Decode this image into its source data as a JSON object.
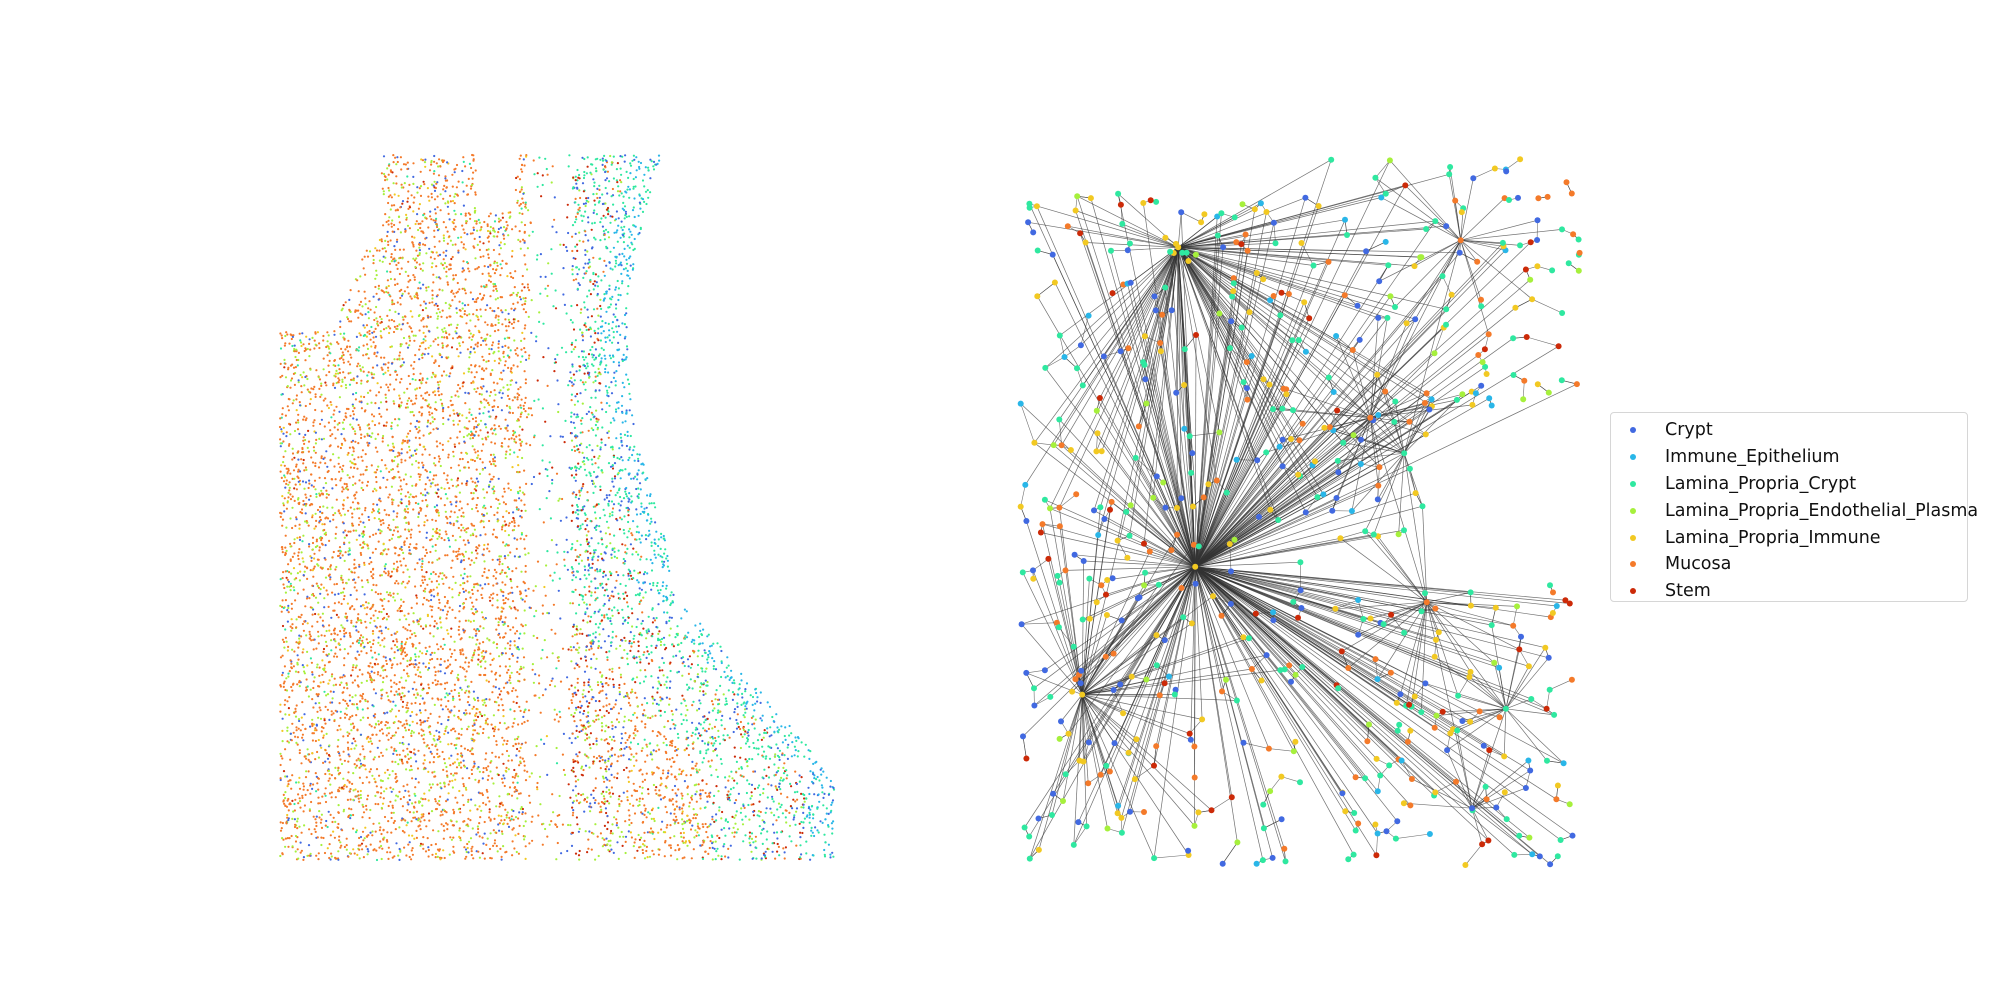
{
  "chart_data": [
    {
      "type": "scatter",
      "panel": "spatial-cell-map",
      "title": "",
      "xlabel": "",
      "ylabel": "",
      "axes_visible": false,
      "grid": false,
      "point_size": "small",
      "description_of_regions": [
        {
          "category": "Mucosa",
          "region": "left body",
          "share": 0.5
        },
        {
          "category": "Lamina_Propria_Endothelial_Plasma",
          "region": "left body streaks",
          "share": 0.14
        },
        {
          "category": "Crypt",
          "region": "scattered throughout",
          "share": 0.1
        },
        {
          "category": "Lamina_Propria_Crypt",
          "region": "right band",
          "share": 0.12
        },
        {
          "category": "Immune_Epithelium",
          "region": "right edge",
          "share": 0.05
        },
        {
          "category": "Stem",
          "region": "center-right clusters",
          "share": 0.06
        },
        {
          "category": "Lamina_Propria_Immune",
          "region": "scattered",
          "share": 0.03
        }
      ]
    },
    {
      "type": "scatter",
      "panel": "cell-graph",
      "title": "",
      "xlabel": "",
      "ylabel": "",
      "axes_visible": false,
      "grid": false,
      "edges_color": "#333333",
      "hub_nodes": [
        {
          "x": 0.28,
          "y": 0.13,
          "category": "Lamina_Propria_Immune"
        },
        {
          "x": 0.31,
          "y": 0.58,
          "category": "Lamina_Propria_Immune"
        },
        {
          "x": 0.11,
          "y": 0.76,
          "category": "Lamina_Propria_Immune"
        },
        {
          "x": 0.78,
          "y": 0.12,
          "category": "Mucosa"
        },
        {
          "x": 0.68,
          "y": 0.42,
          "category": "Lamina_Propria_Crypt"
        },
        {
          "x": 0.62,
          "y": 0.37,
          "category": "Mucosa"
        },
        {
          "x": 0.72,
          "y": 0.63,
          "category": "Mucosa"
        },
        {
          "x": 0.86,
          "y": 0.78,
          "category": "Lamina_Propria_Crypt"
        },
        {
          "x": 0.8,
          "y": 0.92,
          "category": "Crypt"
        }
      ]
    }
  ],
  "legend": {
    "placement": "center-right",
    "items": [
      {
        "label": "Crypt",
        "color": "#4169e1"
      },
      {
        "label": "Immune_Epithelium",
        "color": "#29b6e8"
      },
      {
        "label": "Lamina_Propria_Crypt",
        "color": "#2fe8a0"
      },
      {
        "label": "Lamina_Propria_Endothelial_Plasma",
        "color": "#a6f03c"
      },
      {
        "label": "Lamina_Propria_Immune",
        "color": "#f2c922"
      },
      {
        "label": "Mucosa",
        "color": "#f47a2a"
      },
      {
        "label": "Stem",
        "color": "#cc2a08"
      }
    ]
  }
}
